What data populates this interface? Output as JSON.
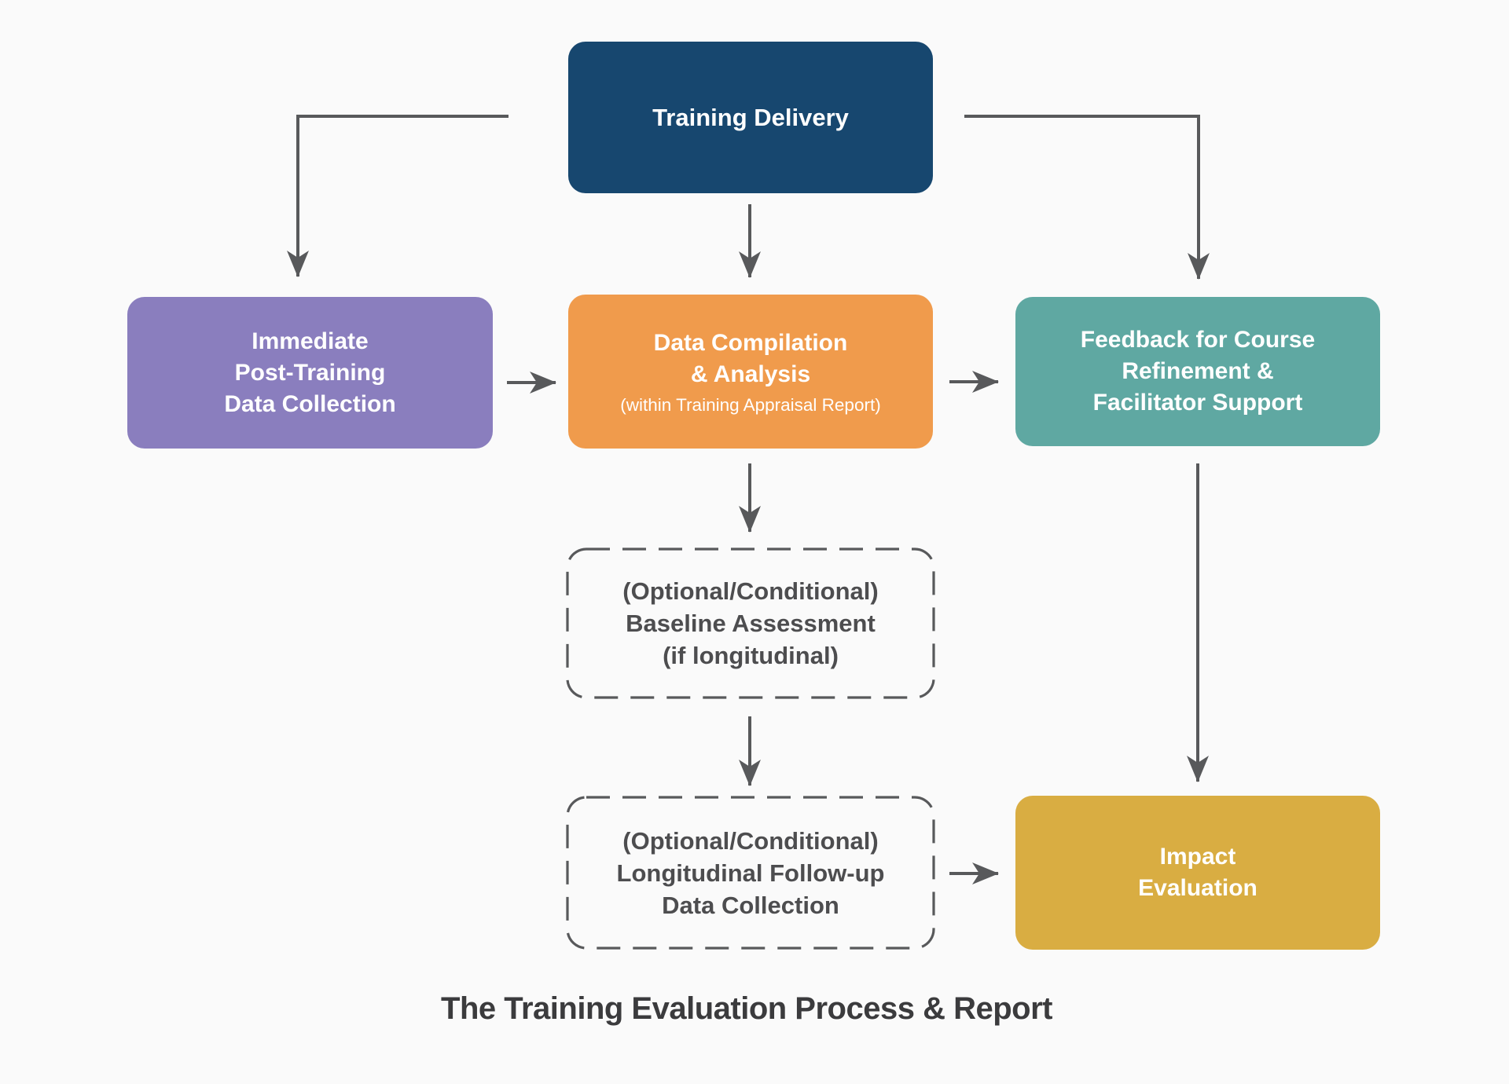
{
  "diagram": {
    "caption": "The Training Evaluation Process & Report"
  },
  "colors": {
    "background": "#fafafa",
    "navy": "#17476f",
    "purple": "#8a7ebe",
    "orange": "#f09b4c",
    "teal": "#5fa8a2",
    "gold": "#d9ad42",
    "arrow": "#58595b",
    "dashed_border": "#58595b",
    "dashed_text": "#4d4d4f",
    "caption_text": "#3b3b3d",
    "node_text": "#ffffff"
  },
  "nodes": {
    "training_delivery": {
      "lines": [
        "Training Delivery"
      ]
    },
    "immediate_post_training": {
      "lines": [
        "Immediate",
        "Post-Training",
        "Data Collection"
      ]
    },
    "data_compilation": {
      "lines": [
        "Data Compilation",
        "& Analysis"
      ],
      "note": "(within Training Appraisal Report)"
    },
    "feedback": {
      "lines": [
        "Feedback for Course",
        "Refinement &",
        "Facilitator Support"
      ]
    },
    "baseline_assessment": {
      "lines": [
        "(Optional/Conditional)",
        "Baseline Assessment",
        "(if longitudinal)"
      ]
    },
    "longitudinal_followup": {
      "lines": [
        "(Optional/Conditional)",
        "Longitudinal Follow-up",
        "Data Collection"
      ]
    },
    "impact_evaluation": {
      "lines": [
        "Impact",
        "Evaluation"
      ]
    }
  }
}
